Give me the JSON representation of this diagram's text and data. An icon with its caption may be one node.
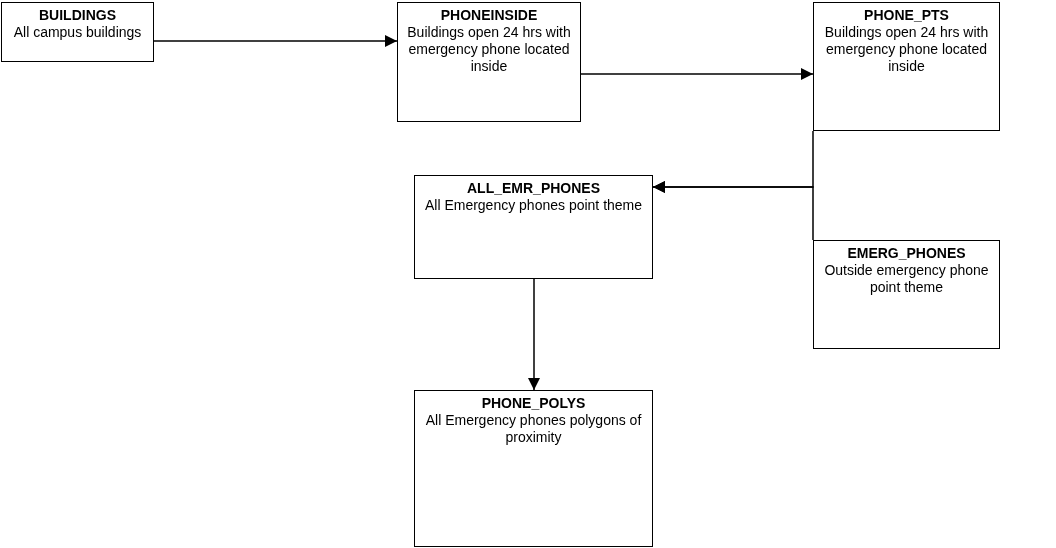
{
  "diagram": {
    "nodes": [
      {
        "text": [
          "BUILDINGS",
          "All campus buildings"
        ]
      },
      {
        "text": [
          "PHONEINSIDE",
          "Buildings open 24 hrs with emergency phone located inside"
        ]
      },
      {
        "text": [
          "PHONE_PTS",
          "Buildings open 24 hrs with emergency phone located inside"
        ]
      },
      {
        "text": [
          "ALL_EMR_PHONES",
          "All Emergency phones point theme"
        ]
      },
      {
        "text": [
          "EMERG_PHONES",
          "Outside emergency phone point theme"
        ]
      },
      {
        "text": [
          "PHONE_POLYS",
          "All Emergency phones polygons of proximity"
        ]
      }
    ],
    "edges": [
      {
        "from": 0,
        "to": 1,
        "arrow": "to"
      },
      {
        "from": 1,
        "to": 2,
        "arrow": "to"
      },
      {
        "from": 2,
        "to": 3,
        "arrow": "to"
      },
      {
        "from": 4,
        "to": 3,
        "arrow": "to"
      },
      {
        "from": 3,
        "to": 5,
        "arrow": "to"
      }
    ]
  }
}
